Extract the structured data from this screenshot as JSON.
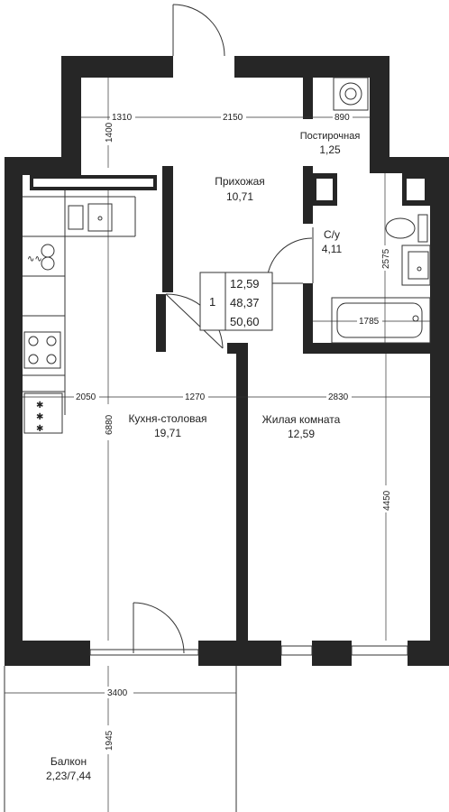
{
  "rooms": {
    "hallway": {
      "name": "Прихожая",
      "area": "10,71"
    },
    "laundry": {
      "name": "Постирочная",
      "area": "1,25"
    },
    "bathroom": {
      "name": "С/у",
      "area": "4,11"
    },
    "kitchen": {
      "name": "Кухня-столовая",
      "area": "19,71"
    },
    "living": {
      "name": "Жилая комната",
      "area": "12,59"
    },
    "balcony": {
      "name": "Балкон",
      "area": "2,23/7,44"
    }
  },
  "summary": {
    "rooms_count": "1",
    "living_area": "12,59",
    "total_area": "48,37",
    "area_with_balcony": "50,60"
  },
  "dimensions": {
    "d1310": "1310",
    "d2150": "2150",
    "d890": "890",
    "d1400": "1400",
    "d2575": "2575",
    "d1785": "1785",
    "d2050": "2050",
    "d1270": "1270",
    "d2830": "2830",
    "d6880": "6880",
    "d4450": "4450",
    "d3400": "3400",
    "d1945": "1945"
  }
}
